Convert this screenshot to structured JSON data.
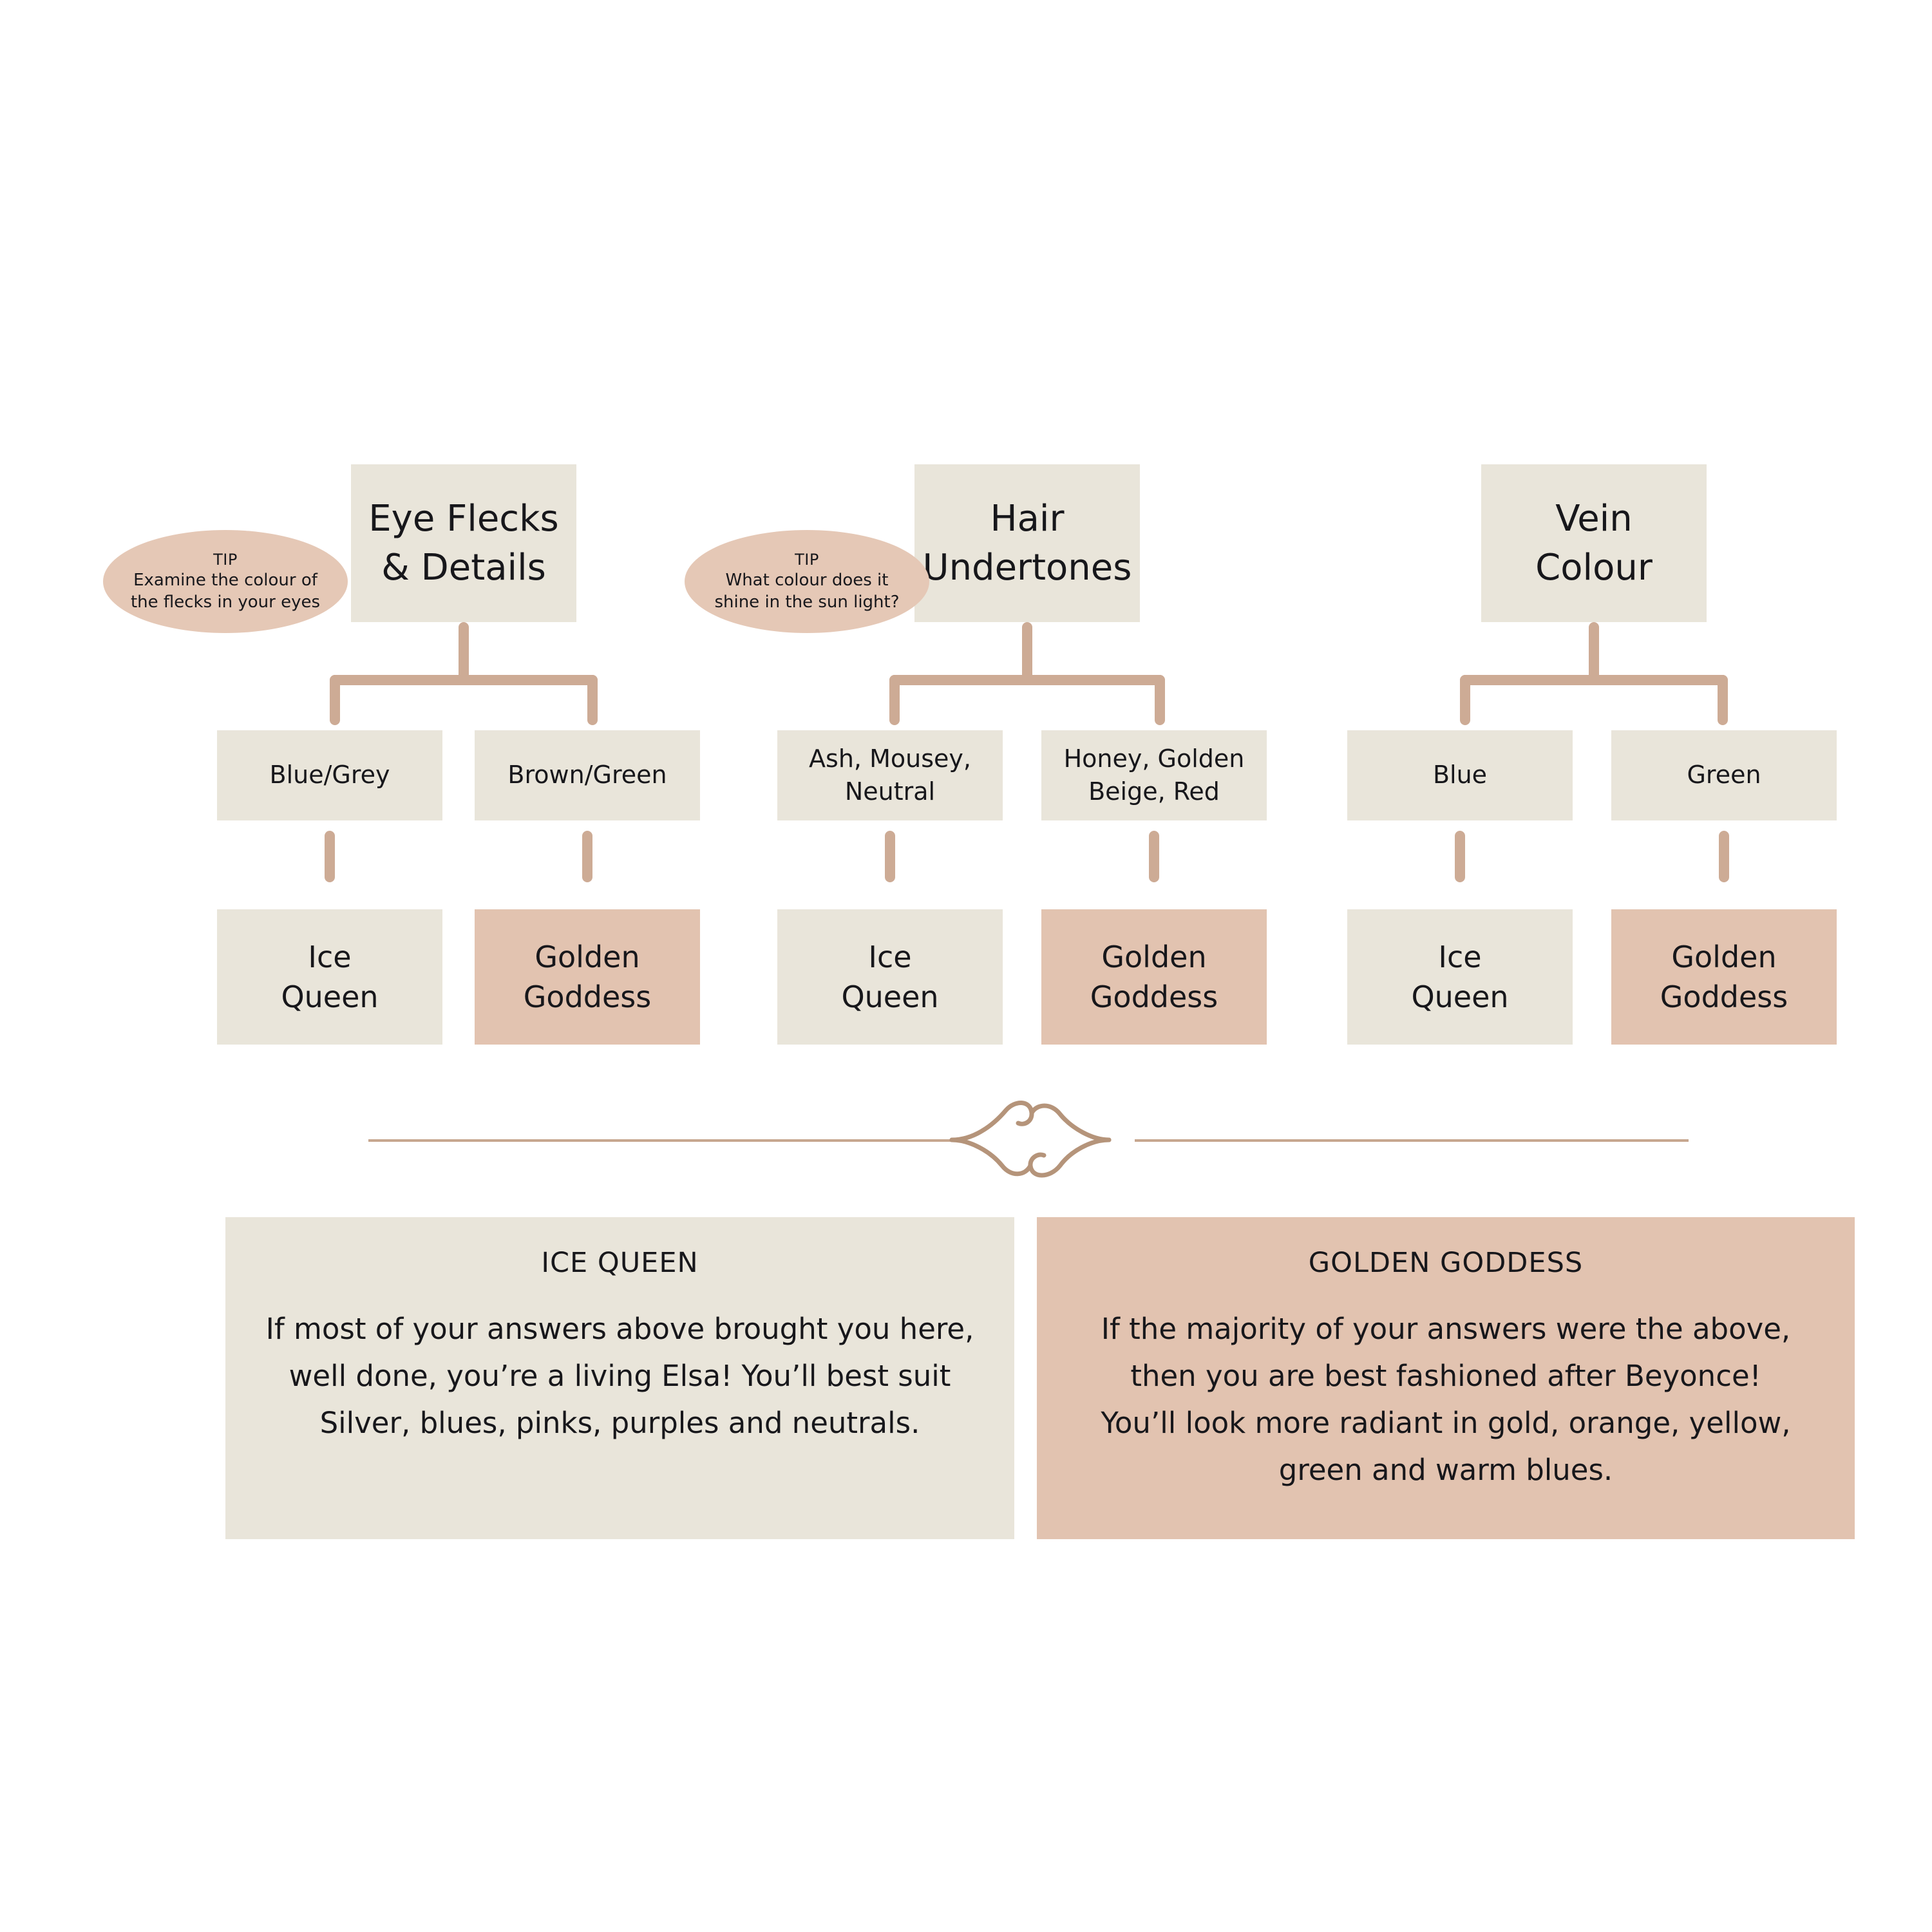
{
  "colors": {
    "cream": "#e9e5da",
    "pink": "#e2c3b0",
    "tip_pink": "#e5c8b6",
    "connector": "#cdab95",
    "divider": "#c7a78f",
    "text": "#17171b",
    "background": "#ffffff"
  },
  "columns": [
    {
      "id": "eye",
      "category": {
        "line1": "Eye Flecks",
        "line2": "& Details"
      },
      "tip": {
        "head": "TIP",
        "line1": "Examine the colour of",
        "line2": "the flecks in your eyes"
      },
      "options": [
        {
          "line1": "Blue/Grey",
          "line2": ""
        },
        {
          "line1": "Brown/Green",
          "line2": ""
        }
      ],
      "results": [
        {
          "line1": "Ice",
          "line2": "Queen",
          "variant": "cream"
        },
        {
          "line1": "Golden",
          "line2": "Goddess",
          "variant": "pink"
        }
      ]
    },
    {
      "id": "hair",
      "category": {
        "line1": "Hair",
        "line2": "Undertones"
      },
      "tip": {
        "head": "TIP",
        "line1": "What colour does it",
        "line2": "shine in the sun light?"
      },
      "options": [
        {
          "line1": "Ash, Mousey,",
          "line2": "Neutral"
        },
        {
          "line1": "Honey, Golden",
          "line2": "Beige, Red"
        }
      ],
      "results": [
        {
          "line1": "Ice",
          "line2": "Queen",
          "variant": "cream"
        },
        {
          "line1": "Golden",
          "line2": "Goddess",
          "variant": "pink"
        }
      ]
    },
    {
      "id": "vein",
      "category": {
        "line1": "Vein",
        "line2": "Colour"
      },
      "tip": null,
      "options": [
        {
          "line1": "Blue",
          "line2": ""
        },
        {
          "line1": "Green",
          "line2": ""
        }
      ],
      "results": [
        {
          "line1": "Ice",
          "line2": "Queen",
          "variant": "cream"
        },
        {
          "line1": "Golden",
          "line2": "Goddess",
          "variant": "pink"
        }
      ]
    }
  ],
  "summaries": {
    "ice_queen": {
      "title": "ICE QUEEN",
      "line1": "If most of your answers above brought you here,",
      "line2": "well done, you’re a living Elsa! You’ll best suit",
      "line3": "Silver, blues, pinks, purples and neutrals."
    },
    "golden_goddess": {
      "title": "GOLDEN GODDESS",
      "line1": "If the majority of your answers were the above,",
      "line2": "then you are best fashioned after Beyonce!",
      "line3": "You’ll look more radiant in gold, orange, yellow,",
      "line4": "green and warm blues."
    }
  }
}
